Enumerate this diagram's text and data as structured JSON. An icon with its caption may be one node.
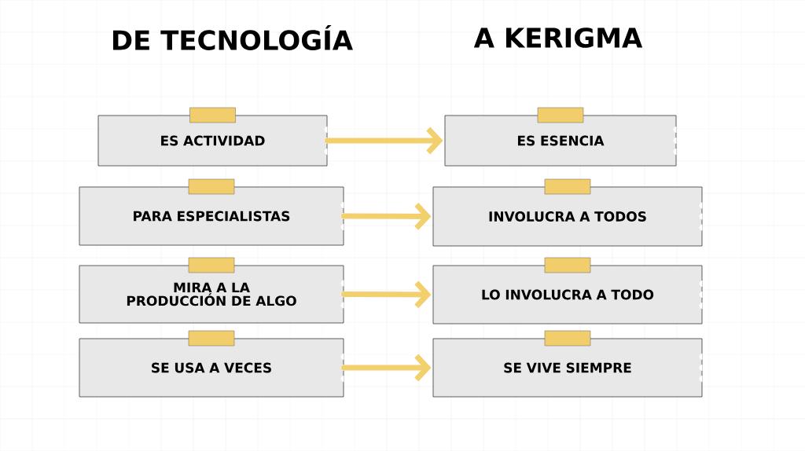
{
  "diagram": {
    "nodes": [
      {
        "text": [
          "ES ACTIVIDAD"
        ]
      },
      {
        "text": [
          "ES ESENCIA"
        ]
      },
      {
        "text": [
          "PARA ESPECIALISTAS"
        ]
      },
      {
        "text": [
          "INVOLUCRA A TODOS"
        ]
      },
      {
        "text": [
          "MIRA A LA PRODUCCIÓN DE ALGO"
        ]
      },
      {
        "text": [
          "LO INVOLUCRA A TODO"
        ]
      },
      {
        "text": [
          "SE USA A VECES"
        ]
      },
      {
        "text": [
          "SE VIVE SIEMPRE"
        ]
      }
    ],
    "edges": [
      {
        "from": 0,
        "to": 1,
        "arrow": "to"
      },
      {
        "from": 2,
        "to": 3,
        "arrow": "to"
      },
      {
        "from": 4,
        "to": 5,
        "arrow": "to"
      },
      {
        "from": 6,
        "to": 7,
        "arrow": "to"
      }
    ],
    "labels": [
      "DE TECNOLOGÍA",
      "A KERIGMA"
    ]
  }
}
